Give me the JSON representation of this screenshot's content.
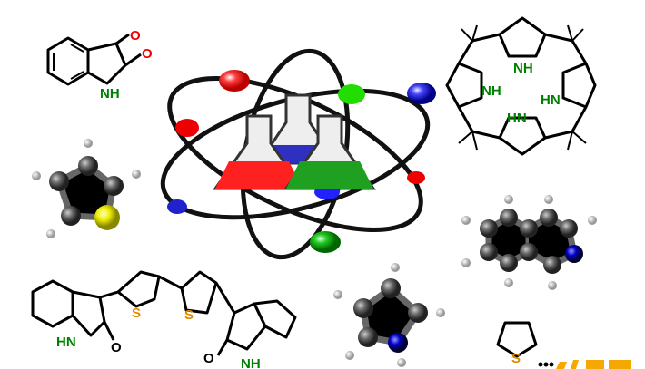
{
  "labels": {
    "isatin": {
      "o1": "O",
      "o2": "O",
      "nh": "NH"
    },
    "porphyrin": {
      "nh_top": "NH",
      "nh_left": "NH",
      "hn_right": "HN",
      "hn_bottom": "HN"
    },
    "bis_indigo": {
      "s1": "S",
      "s2": "S",
      "hn": "HN",
      "o1": "O",
      "o2": "O",
      "nh": "NH"
    },
    "thiophene": {
      "s": "S"
    }
  },
  "colors": {
    "oxygen": "#e00000",
    "nitrogen": "#008000",
    "sulfur": "#e08a00",
    "atom_red": "#ff0000",
    "atom_green": "#22dd00",
    "atom_blue": "#3333ff",
    "flask_red": "#ff2020",
    "flask_blue": "#3030c0",
    "flask_green": "#20a020"
  }
}
